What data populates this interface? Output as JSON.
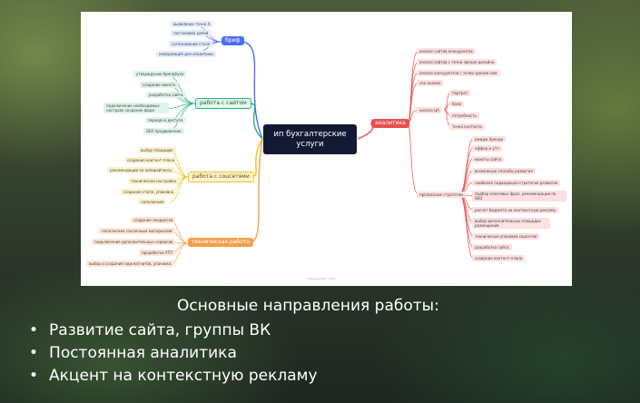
{
  "mindmap": {
    "root": "ип бухгалтерские услуги",
    "watermark": "Powered with xmind",
    "branches": [
      {
        "label": "бриф",
        "items": [
          "выявление точки А",
          "постановка целей",
          "согласование стиля",
          "информация для аналитики"
        ]
      },
      {
        "label": "работа с сайтом",
        "items": [
          "утверждение брендбука",
          "создание макета",
          "разработка сайта",
          "подключение необходимых настроек создание форм",
          "передача доступа",
          "SEO продвижение"
        ]
      },
      {
        "label": "работа с соцсетями",
        "items": [
          "выбор площадок",
          "создание контент-плана",
          "рекомендации по копирайтингу",
          "техническая настройка",
          "создание стиля, упаковка",
          "наполнение"
        ]
      },
      {
        "label": "техническая работа",
        "items": [
          "создание лендингов",
          "наполнение ссылочным материалом",
          "подключение дополнительных сервисов",
          "проработка УТП",
          "выбор и создание лид-магнитов, упаковка"
        ]
      },
      {
        "label": "аналитика",
        "items": [
          "анализ сайтов конкурентов",
          "анализ сайтов с точки зрения дизайна",
          "анализ конкурентов с точки зрения смм",
          "сeo анализ",
          "анализ ЦА",
          "прописание стратегии"
        ]
      }
    ],
    "ca_children": [
      "портрет",
      "боли",
      "потребность",
      "точка контакта"
    ],
    "strategy_children": [
      "имидж бренда",
      "оффер и утп",
      "макеты сайта",
      "возможные способы развития",
      "наиболее подходящая стратегия развития",
      "подбор ключевых фраз, рекомендации по SEO",
      "расчет бюджета на контекстную рекламу",
      "выбор дополнительных площадок размещения",
      "техническая упаковка соцсетей",
      "разработка сайта",
      "создание контент-плана"
    ]
  },
  "slide": {
    "heading": "Основные направления работы:",
    "bullets": [
      "Развитие сайта, группы ВК",
      "Постоянная аналитика",
      "Акцент на контекстную рекламу"
    ]
  }
}
